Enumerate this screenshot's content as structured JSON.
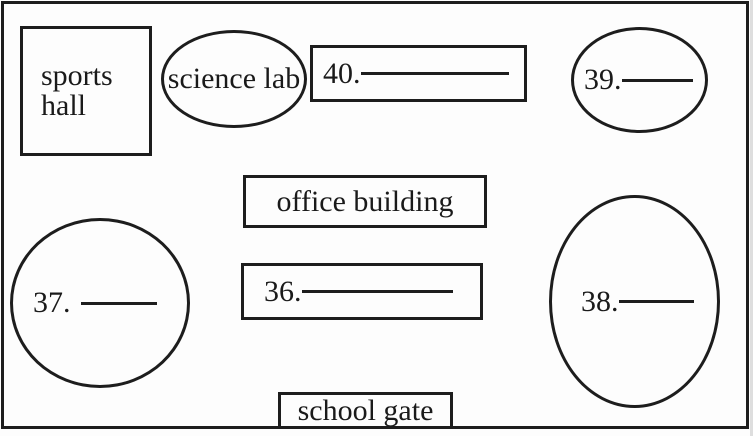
{
  "diagram": {
    "description": "school map labeling exercise",
    "colors": {
      "line": "#1d1d1d",
      "text": "#1a1a1a",
      "background": "#fdfdfd"
    },
    "shapes": [
      {
        "id": "sports-hall",
        "kind": "rectangle",
        "label": "sports hall"
      },
      {
        "id": "science-lab",
        "kind": "ellipse",
        "label": "science lab"
      },
      {
        "id": "answer-40",
        "kind": "rectangle",
        "number": "40.",
        "blank": true
      },
      {
        "id": "answer-39",
        "kind": "ellipse",
        "number": "39.",
        "blank": true
      },
      {
        "id": "office-building",
        "kind": "rectangle",
        "label": "office building"
      },
      {
        "id": "answer-37",
        "kind": "circle",
        "number": "37.",
        "blank": true
      },
      {
        "id": "answer-36",
        "kind": "rectangle",
        "number": "36.",
        "blank": true
      },
      {
        "id": "answer-38",
        "kind": "ellipse",
        "number": "38.",
        "blank": true
      },
      {
        "id": "school-gate",
        "kind": "rectangle",
        "label": "school gate"
      }
    ]
  }
}
